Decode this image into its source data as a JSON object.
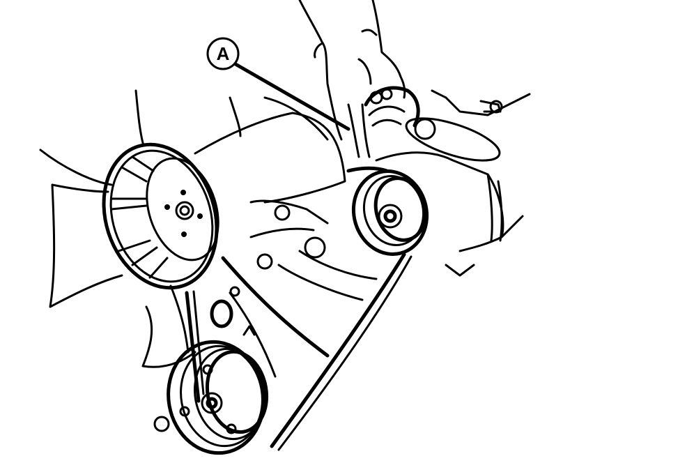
{
  "figure": {
    "type": "technical-line-drawing",
    "subject": "engine accessory drive belt inspection",
    "background_color": "#ffffff",
    "line_color": "#000000"
  },
  "callouts": [
    {
      "label": "A",
      "points_to": "drive-belt-deflection-point"
    }
  ],
  "components": [
    {
      "name": "cooling-fan-and-clutch",
      "position": "upper-left"
    },
    {
      "name": "alternator-pulley",
      "position": "center-right"
    },
    {
      "name": "alternator",
      "position": "right"
    },
    {
      "name": "crankshaft-pulley",
      "position": "bottom-center"
    },
    {
      "name": "drive-belt",
      "position": "connecting pulleys"
    },
    {
      "name": "hand-pressing-belt",
      "position": "top-center"
    },
    {
      "name": "timing-cover",
      "position": "lower-center"
    }
  ]
}
